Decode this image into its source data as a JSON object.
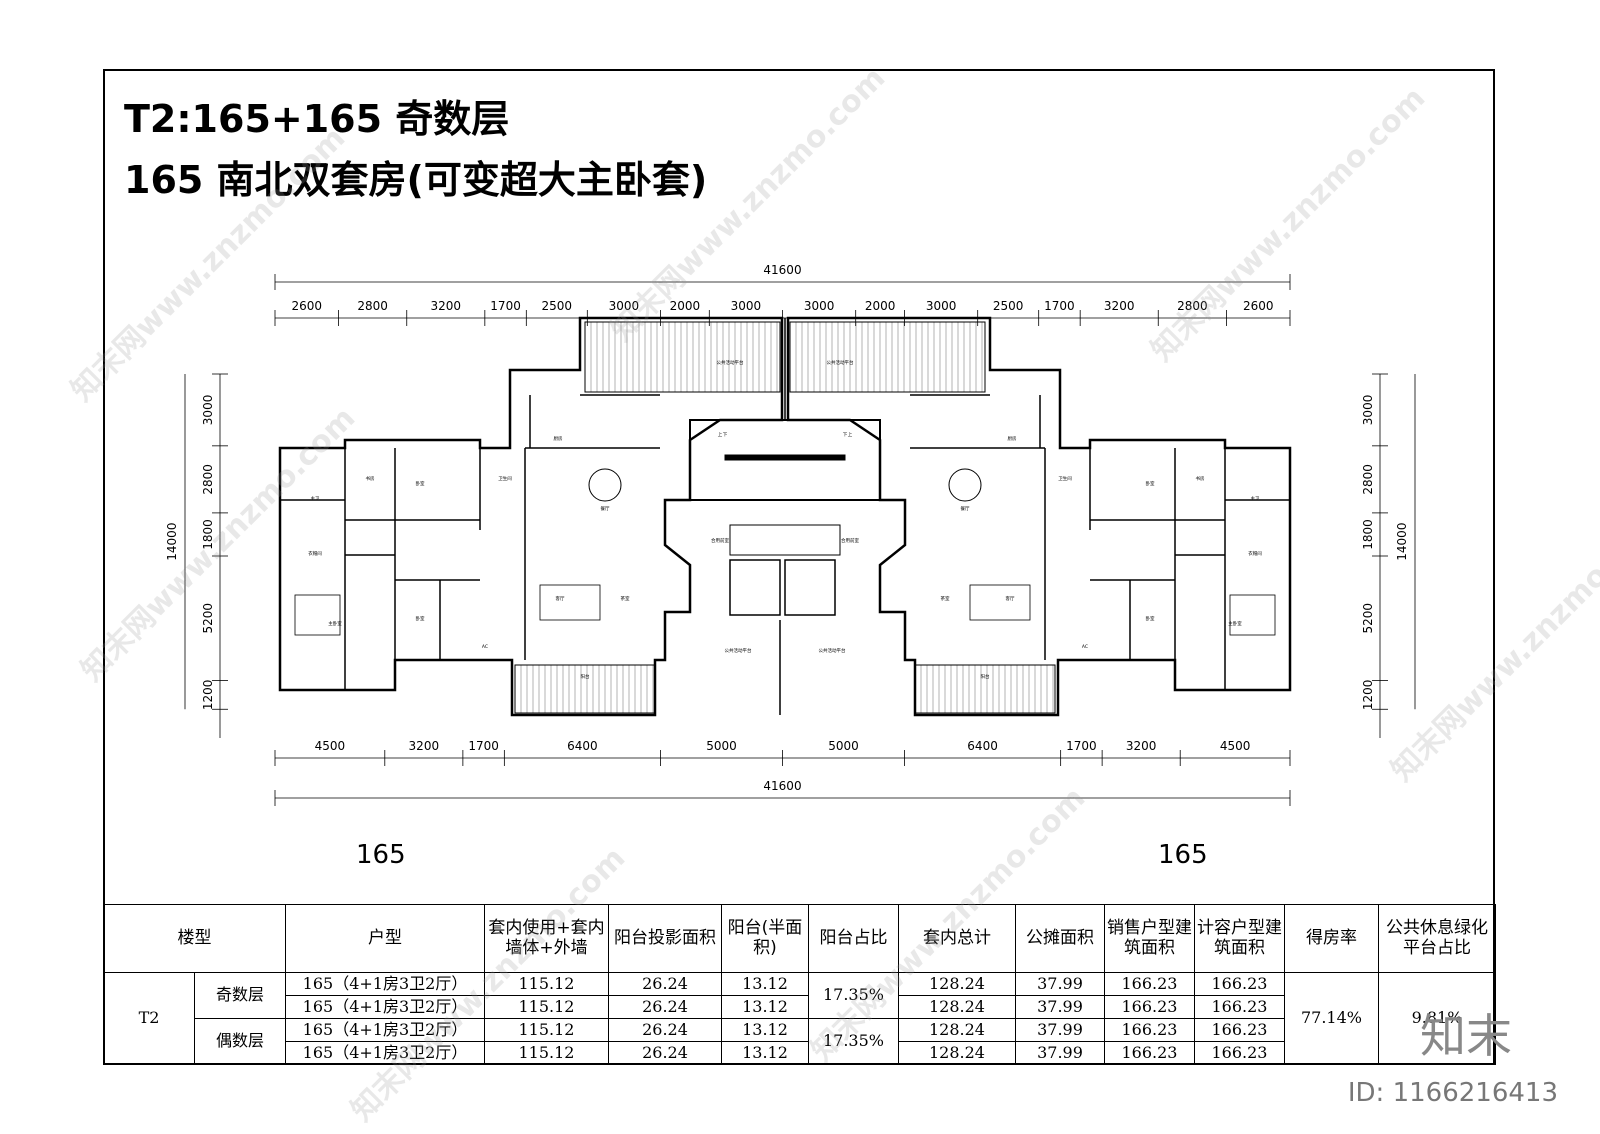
{
  "title_line1": "T2:165+165 奇数层",
  "title_line2": "165 南北双套房(可变超大主卧套)",
  "plan": {
    "total_width_label": "41600",
    "top_dims": [
      "2600",
      "2800",
      "3200",
      "1700",
      "2500",
      "3000",
      "2000",
      "3000",
      "3000",
      "2000",
      "3000",
      "2500",
      "1700",
      "3200",
      "2800",
      "2600"
    ],
    "bottom_dims": [
      "4500",
      "3200",
      "1700",
      "6400",
      "5000",
      "5000",
      "6400",
      "1700",
      "3200",
      "4500"
    ],
    "side_total": "14000",
    "side_dims": [
      "3000",
      "2800",
      "1800",
      "5200",
      "1200"
    ],
    "unit_left_label": "165",
    "unit_right_label": "165",
    "rooms": {
      "kitchen": "厨房",
      "dining": "餐厅",
      "living": "客厅",
      "tea_house": "茶室",
      "bedroom": "卧室",
      "study": "书房",
      "master_bath": "主卫",
      "closet": "衣帽间",
      "master_bedroom": "主卧室",
      "bathroom": "卫生间",
      "balcony": "阳台",
      "elevator_hall": "合用前室",
      "platform": "公共活动平台",
      "up": "上",
      "down": "下",
      "ac": "AC"
    }
  },
  "table": {
    "headers": [
      "楼型",
      "户型",
      "套内使用+套内墙体+外墙",
      "阳台投影面积",
      "阳台(半面积)",
      "阳台占比",
      "套内总计",
      "公摊面积",
      "销售户型建筑面积",
      "计容户型建筑面积",
      "得房率",
      "公共休息绿化平台占比"
    ],
    "building": "T2",
    "groups": [
      {
        "floor": "奇数层",
        "ratio": "17.35%"
      },
      {
        "floor": "偶数层",
        "ratio": "17.35%"
      }
    ],
    "rows": [
      [
        "165（4+1房3卫2厅）",
        "115.12",
        "26.24",
        "13.12",
        "128.24",
        "37.99",
        "166.23",
        "166.23"
      ],
      [
        "165（4+1房3卫2厅）",
        "115.12",
        "26.24",
        "13.12",
        "128.24",
        "37.99",
        "166.23",
        "166.23"
      ],
      [
        "165（4+1房3卫2厅）",
        "115.12",
        "26.24",
        "13.12",
        "128.24",
        "37.99",
        "166.23",
        "166.23"
      ],
      [
        "165（4+1房3卫2厅）",
        "115.12",
        "26.24",
        "13.12",
        "128.24",
        "37.99",
        "166.23",
        "166.23"
      ]
    ],
    "efficiency": "77.14%",
    "platform_ratio": "9.81%"
  },
  "watermark": "知末网www.znzmo.com",
  "logo": "知末",
  "image_id": "ID: 1166216413"
}
